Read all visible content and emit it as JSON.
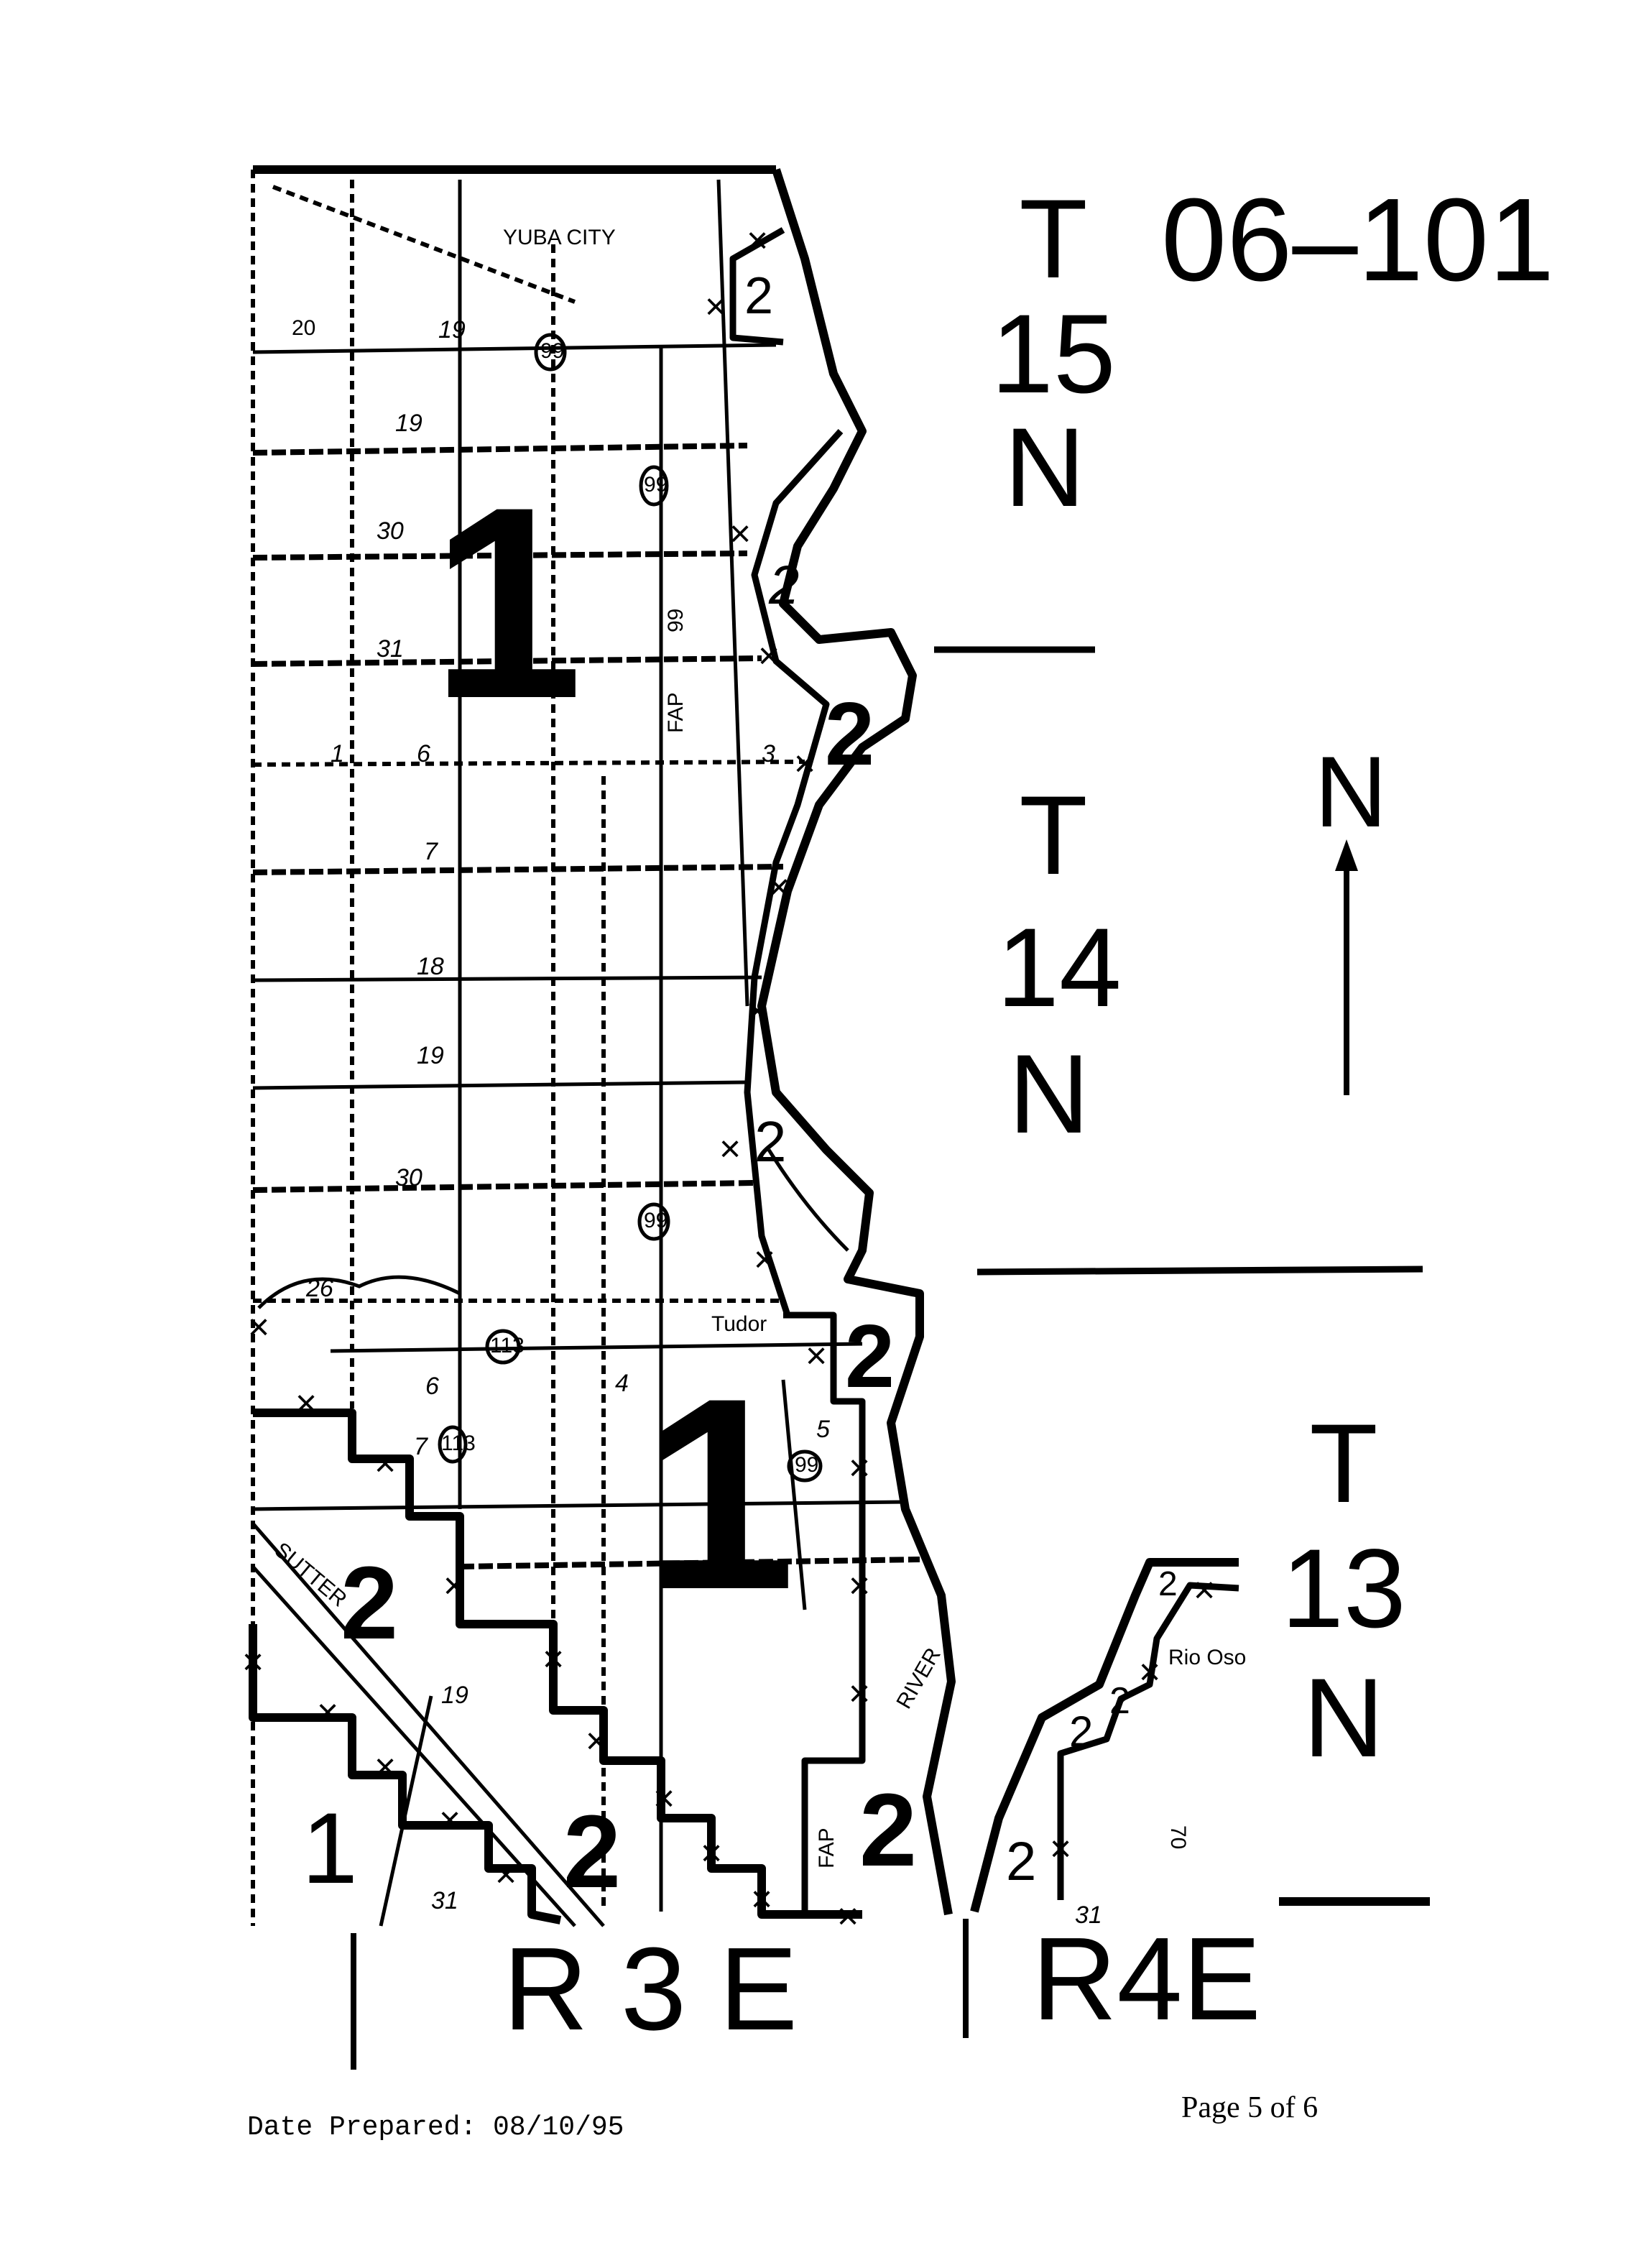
{
  "map_id": "06–101",
  "townships": [
    {
      "t": "T",
      "num": "15",
      "n": "N"
    },
    {
      "t": "T",
      "num": "14",
      "n": "N"
    },
    {
      "t": "T",
      "num": "13",
      "n": "N"
    }
  ],
  "ranges": [
    "R 3 E",
    "R4E"
  ],
  "north_label": "N",
  "zones": {
    "one": "1",
    "two": "2"
  },
  "places": {
    "yuba_city": "YUBA CITY",
    "tudor": "Tudor",
    "sutter": "SUTTER",
    "fap": "FAP",
    "fap99": "99",
    "river": "RIVER",
    "rio_oso": "Rio Oso"
  },
  "highways": {
    "h99": "99",
    "h113": "113"
  },
  "sections": {
    "s20": "20",
    "s19": "19",
    "s30": "30",
    "s31": "31",
    "s6": "6",
    "s7": "7",
    "s4": "4",
    "s5": "5",
    "s26": "26",
    "s1": "1",
    "s3": "3",
    "s18": "18",
    "s70": "70"
  },
  "footer": {
    "date_prepared": "Date Prepared: 08/10/95",
    "page": "Page 5 of 6"
  }
}
